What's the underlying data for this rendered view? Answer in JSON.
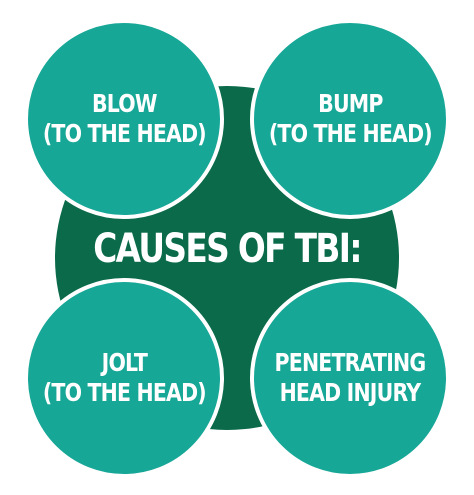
{
  "title": "CAUSES OF TBI:",
  "causes": [
    {
      "line1": "BLOW",
      "line2": "(TO THE HEAD)"
    },
    {
      "line1": "BUMP",
      "line2": "(TO THE HEAD)"
    },
    {
      "line1": "JOLT",
      "line2": "(TO THE HEAD)"
    },
    {
      "line1": "PENETRATING",
      "line2": "HEAD INJURY"
    }
  ],
  "colors": {
    "center": "#0a6a4a",
    "cause": "#17a797",
    "text": "#ffffff",
    "background": "#ffffff"
  }
}
